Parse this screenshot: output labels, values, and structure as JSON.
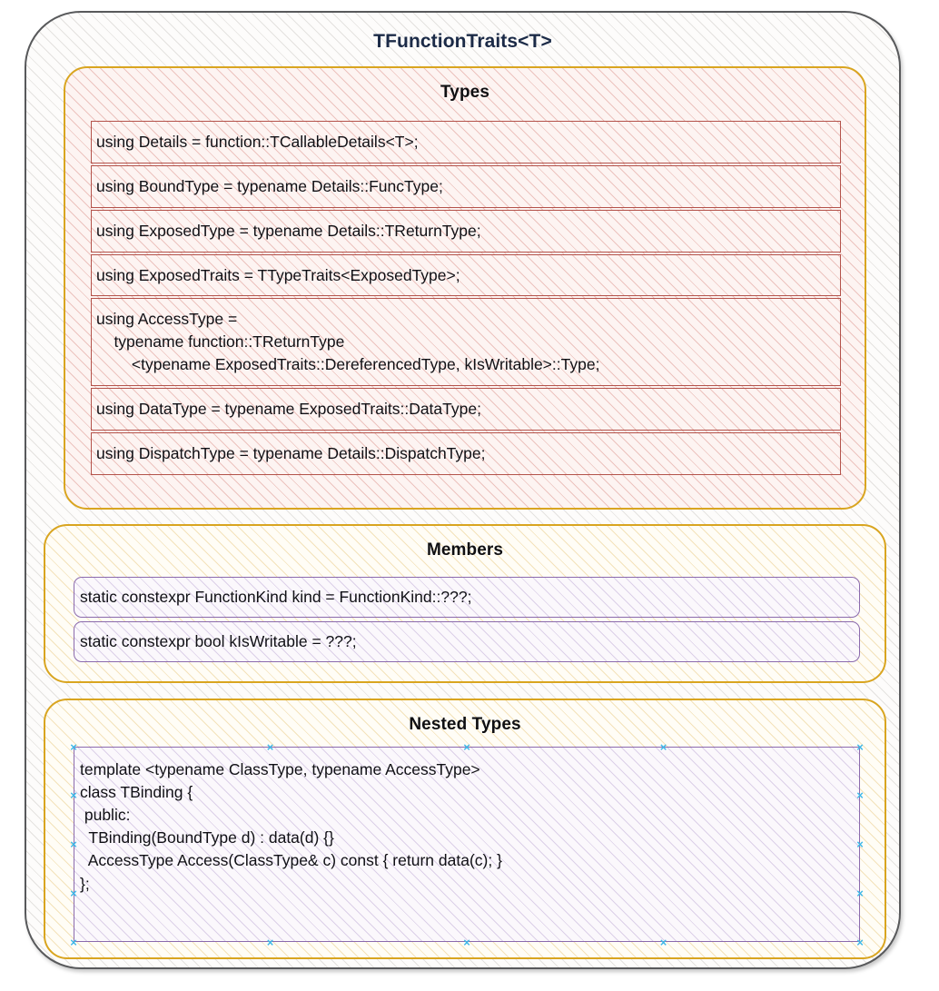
{
  "diagram": {
    "title": "TFunctionTraits<T>",
    "colors": {
      "outer_border": "#58595b",
      "section_border": "#d9a520",
      "types_row_border": "#b4534b",
      "members_row_border": "#8b6aad",
      "nested_row_border": "#8b6aad",
      "selection_handle": "#3db8e8",
      "title_text": "#1b2a47"
    }
  },
  "sections": {
    "types": {
      "title": "Types",
      "rows": [
        "using Details = function::TCallableDetails<T>;",
        "using BoundType = typename Details::FuncType;",
        "using ExposedType = typename Details::TReturnType;",
        "using ExposedTraits = TTypeTraits<ExposedType>;",
        "using AccessType =\n    typename function::TReturnType\n        <typename ExposedTraits::DereferencedType, kIsWritable>::Type;",
        "using DataType = typename ExposedTraits::DataType;",
        "using DispatchType = typename Details::DispatchType;"
      ]
    },
    "members": {
      "title": "Members",
      "rows": [
        "static constexpr FunctionKind kind = FunctionKind::???;",
        "static constexpr bool kIsWritable = ???;"
      ]
    },
    "nested": {
      "title": "Nested Types",
      "code": "template <typename ClassType, typename AccessType>\nclass TBinding {\n public:\n  TBinding(BoundType d) : data(d) {}\n  AccessType Access(ClassType& c) const { return data(c); }\n};"
    }
  }
}
